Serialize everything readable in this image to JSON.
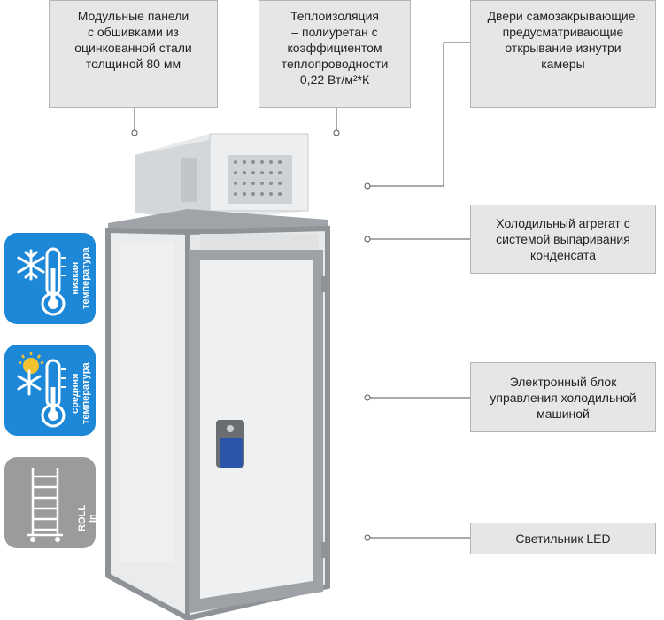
{
  "callouts": {
    "panels": "Модульные панели\nс обшивками из\nоцинкованной стали\nтолщиной 80 мм",
    "insulation": "Теплоизоляция\n– полиуретан с\nкоэффициентом\nтеплопроводности\n0,22 Вт/м²*К",
    "doors": "Двери самозакрывающие,\nпредусматривающие\nоткрывание изнутри\nкамеры",
    "unit": "Холодильный агрегат с\nсистемой выпаривания\nконденсата",
    "control": "Электронный блок\nуправления холодильной\nмашиной",
    "light": "Светильник LED"
  },
  "badges": {
    "low": "низкая\nтемпература",
    "medium": "средняя\nтемпература",
    "roll": "ROLL In"
  },
  "colors": {
    "badge_blue": "#1e88d8",
    "badge_gray": "#9b9b9b",
    "frame": "#8f9296",
    "panel": "#eef0f1",
    "handle": "#2a55a8"
  }
}
